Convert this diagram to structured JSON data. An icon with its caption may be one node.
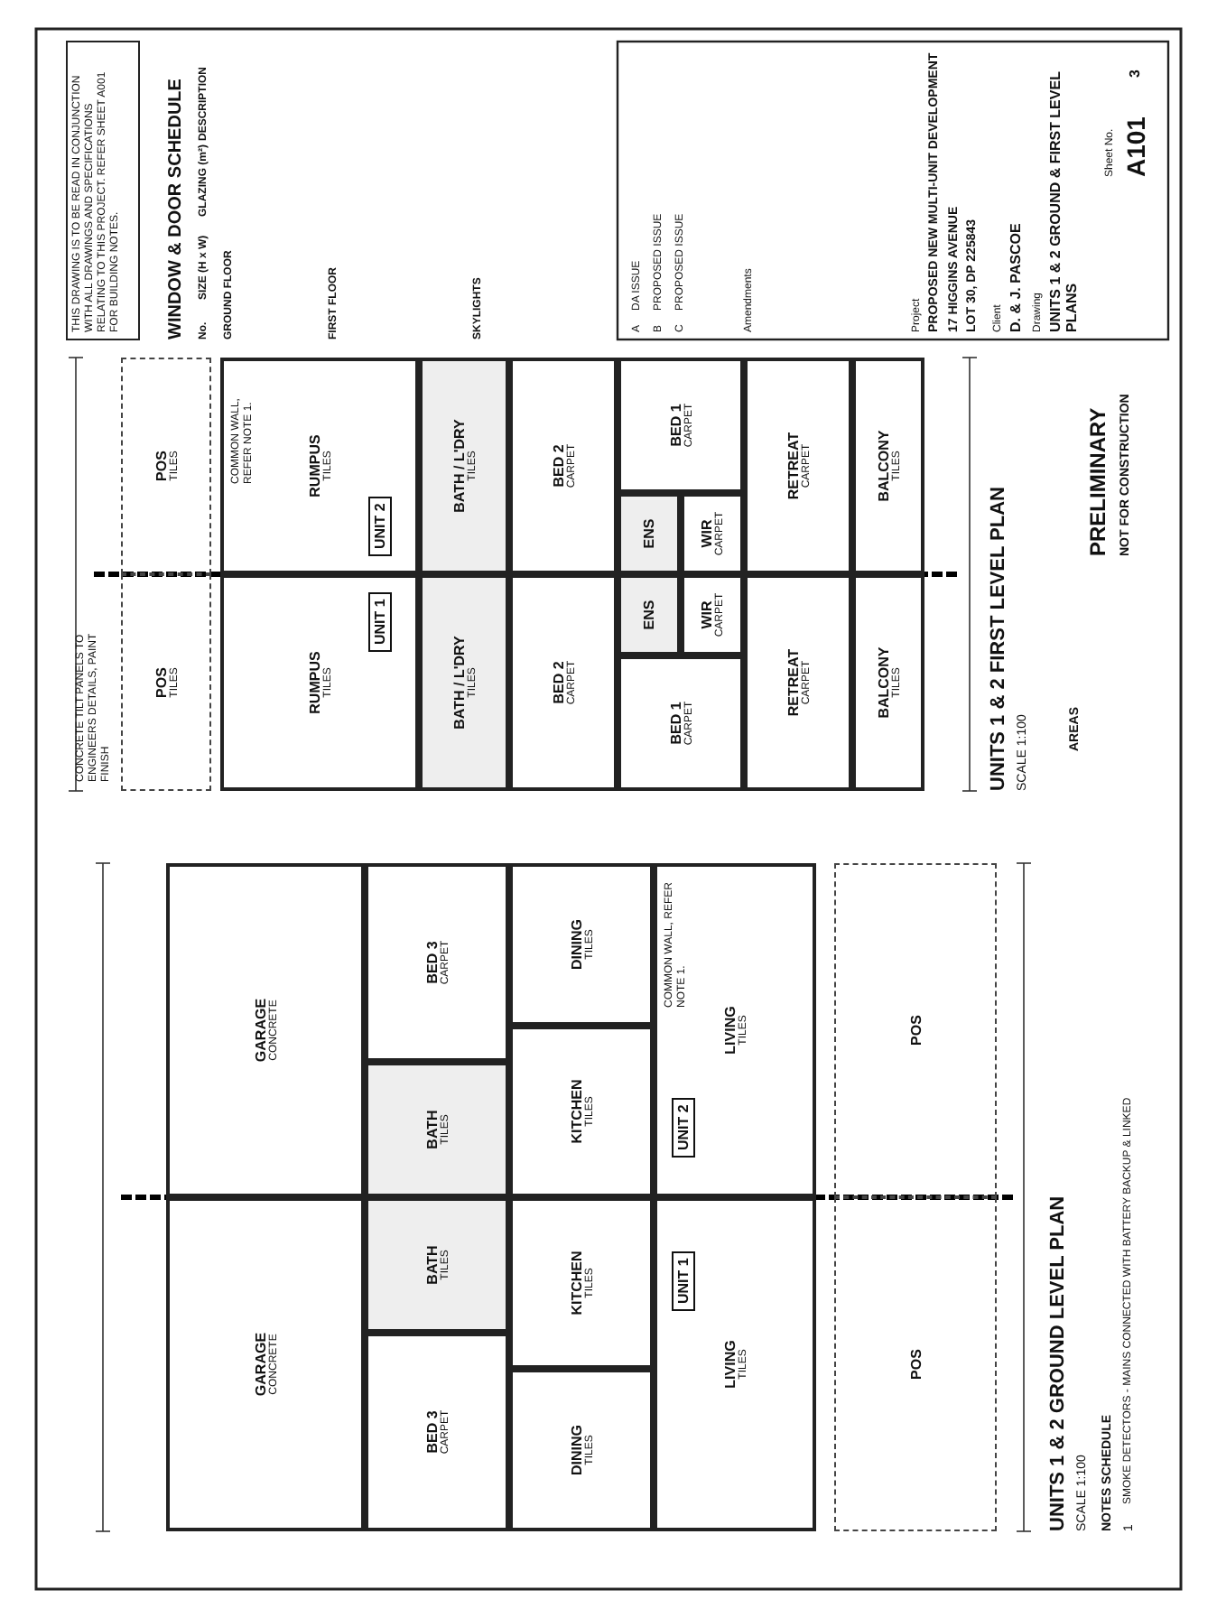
{
  "diagram": {
    "nodes": [
      {
        "text": [
          "GARAGE",
          "CONCRETE"
        ]
      },
      {
        "text": [
          "GARAGE",
          "CONCRETE"
        ]
      },
      {
        "text": [
          "BED 3",
          "CARPET"
        ]
      },
      {
        "text": [
          "BATH",
          "TILES"
        ]
      },
      {
        "text": [
          "BATH",
          "TILES"
        ]
      },
      {
        "text": [
          "BED 3",
          "CARPET"
        ]
      },
      {
        "text": [
          "DINING",
          "TILES"
        ]
      },
      {
        "text": [
          "KITCHEN",
          "TILES"
        ]
      },
      {
        "text": [
          "KITCHEN",
          "TILES"
        ]
      },
      {
        "text": [
          "DINING",
          "TILES"
        ]
      },
      {
        "text": [
          "LIVING",
          "TILES"
        ]
      },
      {
        "text": [
          "UNIT 1"
        ],
        "in": 10
      },
      {
        "text": [
          "LIVING",
          "TILES"
        ]
      },
      {
        "text": [
          "UNIT 2"
        ],
        "in": 12
      },
      {
        "text": [
          "POS"
        ]
      },
      {
        "text": [
          "POS"
        ]
      },
      {
        "text": [
          "POS",
          "TILES"
        ]
      },
      {
        "text": [
          "POS",
          "TILES"
        ]
      },
      {
        "text": [
          "RUMPUS",
          "TILES"
        ]
      },
      {
        "text": [
          "UNIT 1"
        ],
        "in": 18
      },
      {
        "text": [
          "RUMPUS",
          "TILES"
        ]
      },
      {
        "text": [
          "UNIT 2"
        ],
        "in": 20
      },
      {
        "text": [
          "BATH / L'DRY",
          "TILES"
        ]
      },
      {
        "text": [
          "BATH / L'DRY",
          "TILES"
        ]
      },
      {
        "text": [
          "BED 2",
          "CARPET"
        ]
      },
      {
        "text": [
          "BED 2",
          "CARPET"
        ]
      },
      {
        "text": [
          "BED 1",
          "CARPET"
        ]
      },
      {
        "text": [
          "ENS"
        ]
      },
      {
        "text": [
          "WIR",
          "CARPET"
        ]
      },
      {
        "text": [
          "ENS"
        ]
      },
      {
        "text": [
          "WIR",
          "CARPET"
        ]
      },
      {
        "text": [
          "BED 1",
          "CARPET"
        ]
      },
      {
        "text": [
          "RETREAT",
          "CARPET"
        ]
      },
      {
        "text": [
          "RETREAT",
          "CARPET"
        ]
      },
      {
        "text": [
          "BALCONY",
          "TILES"
        ]
      },
      {
        "text": [
          "BALCONY",
          "TILES"
        ]
      }
    ],
    "labels": [
      "THIS DRAWING IS TO BE READ IN CONJUNCTION WITH ALL DRAWINGS AND SPECIFICATIONS RELATING TO THIS PROJECT. REFER SHEET A001 FOR BUILDING NOTES.",
      "WINDOW & DOOR SCHEDULE",
      "No.",
      "SIZE (H x W)",
      "GLAZING (m²)",
      "DESCRIPTION",
      "GROUND FLOOR",
      "FIRST FLOOR",
      "SKYLIGHTS",
      "COMMON WALL, REFER NOTE 1.",
      "COMMON WALL, REFER NOTE 1.",
      "CONCRETE TILT PANELS TO ENGINEERS DETAILS, PAINT FINISH",
      "UNITS 1 & 2 GROUND LEVEL PLAN",
      "SCALE 1:100",
      "NOTES SCHEDULE",
      "1",
      "SMOKE DETECTORS - MAINS CONNECTED WITH BATTERY BACKUP & LINKED",
      "UNITS 1 & 2 FIRST LEVEL PLAN",
      "SCALE 1:100",
      "AREAS",
      "PRELIMINARY",
      "NOT FOR CONSTRUCTION",
      "Amendments",
      "A",
      "DA ISSUE",
      "B",
      "PROPOSED ISSUE",
      "C",
      "PROPOSED ISSUE",
      "Project",
      "PROPOSED NEW MULTI-UNIT DEVELOPMENT",
      "17 HIGGINS AVENUE",
      "LOT 30, DP 225843",
      "Client",
      "D. & J. PASCOE",
      "Drawing",
      "UNITS 1 & 2 GROUND & FIRST LEVEL PLANS",
      "Sheet No.",
      "A101",
      "3"
    ]
  }
}
